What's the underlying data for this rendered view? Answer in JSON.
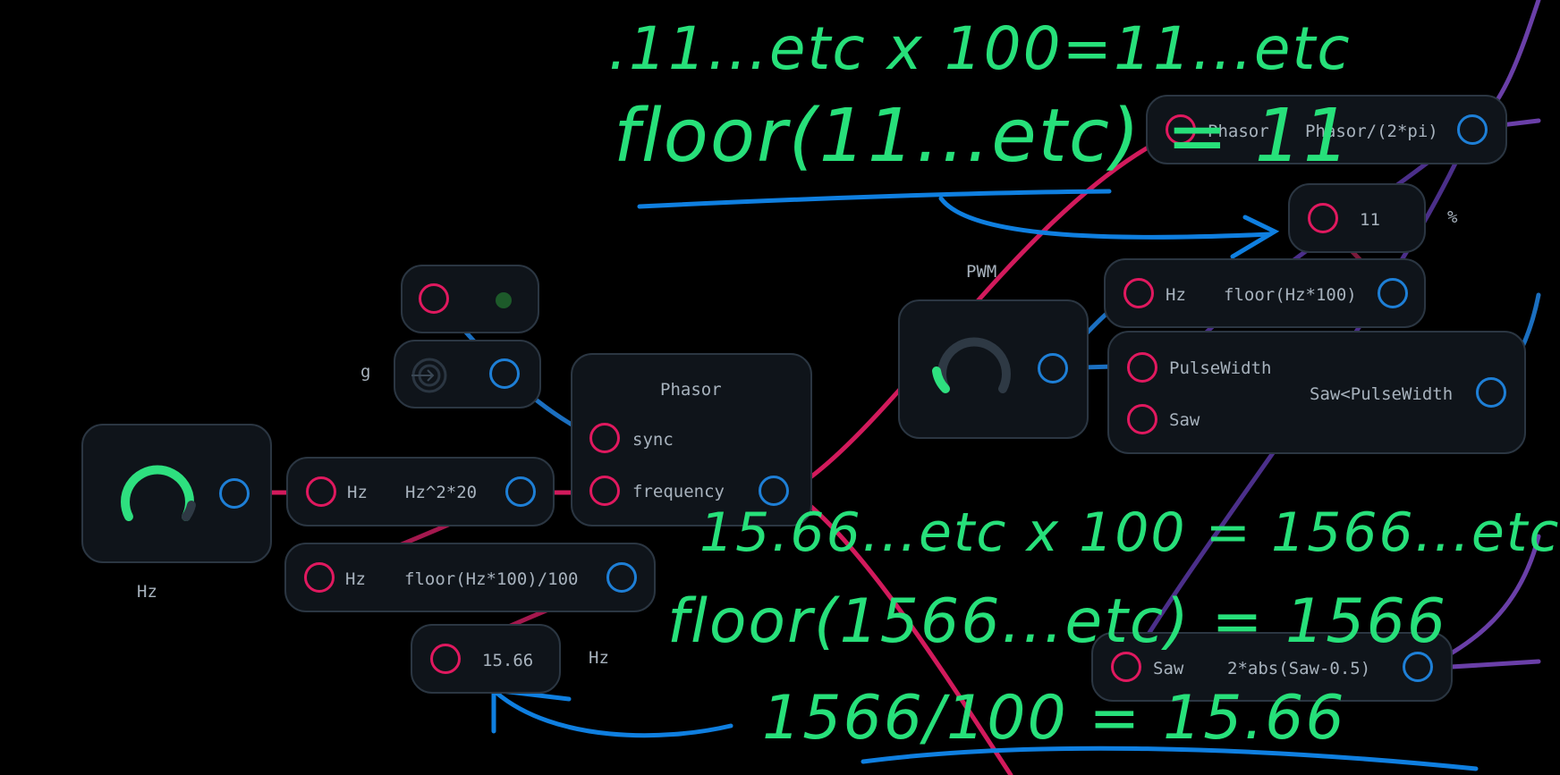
{
  "colors": {
    "background": "#000000",
    "node_bg": "#0f141a",
    "node_border": "#2b3642",
    "input_port": "#e0195f",
    "output_port": "#1e7fd6",
    "wire_magenta": "#d21a5c",
    "wire_blue": "#1b6fc0",
    "wire_purple": "#6a3fa8",
    "knob_green": "#2ee07f",
    "annotation_green": "#27e07a",
    "annotation_blue": "#0f7fe0"
  },
  "icons": {
    "knob": "knob-icon",
    "led": "led-icon",
    "trigger": "trigger-button-icon"
  },
  "nodes": {
    "hz_knob": {
      "caption": "Hz",
      "level": 0.88
    },
    "pwm_knob": {
      "caption": "PWM",
      "level": 0.2
    },
    "gate": {
      "led": "on"
    },
    "trigger": {
      "caption": "g"
    },
    "hz_pow": {
      "in": "Hz",
      "expr": "Hz^2*20"
    },
    "phasor": {
      "title": "Phasor",
      "in_sync": "sync",
      "in_freq": "frequency"
    },
    "hz_floor_div": {
      "in": "Hz",
      "expr": "floor(Hz*100)/100"
    },
    "hz_display": {
      "value": "15.66",
      "unit": "Hz"
    },
    "phasor_norm": {
      "in": "Phasor",
      "expr": "Phasor/(2*pi)"
    },
    "pct_display": {
      "value": "11",
      "unit": "%"
    },
    "hz_floor": {
      "in": "Hz",
      "expr": "floor(Hz*100)"
    },
    "compare": {
      "in1": "PulseWidth",
      "in2": "Saw",
      "expr": "Saw<PulseWidth"
    },
    "saw_tri": {
      "in": "Saw",
      "expr": "2*abs(Saw-0.5)"
    }
  },
  "annotations": {
    "top_line1": ".11...etc x 100=11...etc",
    "top_line2": "floor(11...etc) = 11",
    "bottom_line1": "15.66...etc x 100 = 1566...etc",
    "bottom_line2": "floor(1566...etc) = 1566",
    "bottom_line3": "1566/100 = 15.66"
  }
}
